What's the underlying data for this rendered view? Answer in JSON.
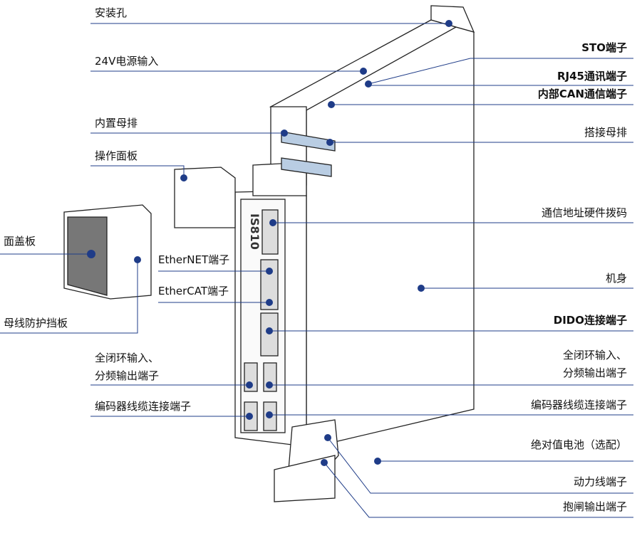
{
  "title": "IS810 伺服驱动器部件说明",
  "device_model": "IS810",
  "colors": {
    "line": "#1f3c88",
    "dot": "#1f3c88",
    "outline": "#222222",
    "busbar": "#b9cde3"
  },
  "left_labels": {
    "mount_hole": "安装孔",
    "power_24v": "24V电源输入",
    "internal_busbar": "内置母排",
    "operation_panel": "操作面板",
    "cover_plate": "面盖板",
    "bus_guard": "母线防护挡板",
    "ethernet": "EtherNET端子",
    "ethercat": "EtherCAT端子",
    "fullloop_line1": "全闭环输入、",
    "fullloop_line2": "分频输出端子",
    "encoder": "编码器线缆连接端子"
  },
  "right_labels": {
    "sto": "STO端子",
    "rj45": "RJ45通讯端子",
    "can": "内部CAN通信端子",
    "bridge_busbar": "搭接母排",
    "dip": "通信地址硬件拨码",
    "body": "机身",
    "dido": "DIDO连接端子",
    "fullloop_line1": "全闭环输入、",
    "fullloop_line2": "分频输出端子",
    "encoder": "编码器线缆连接端子",
    "battery": "绝对值电池（选配）",
    "power_line": "动力线端子",
    "brake": "抱闸输出端子"
  }
}
